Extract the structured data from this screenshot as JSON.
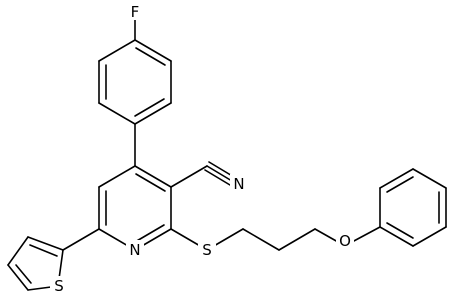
{
  "structure": {
    "atoms": {
      "fluorine": "F",
      "nitrile_nitrogen": "N",
      "pyridine_nitrogen": "N",
      "thioether_sulfur": "S",
      "thiophene_sulfur": "S",
      "ether_oxygen": "O"
    },
    "colors": {
      "bond": "#000000",
      "label": "#000000",
      "background": "#ffffff"
    }
  }
}
